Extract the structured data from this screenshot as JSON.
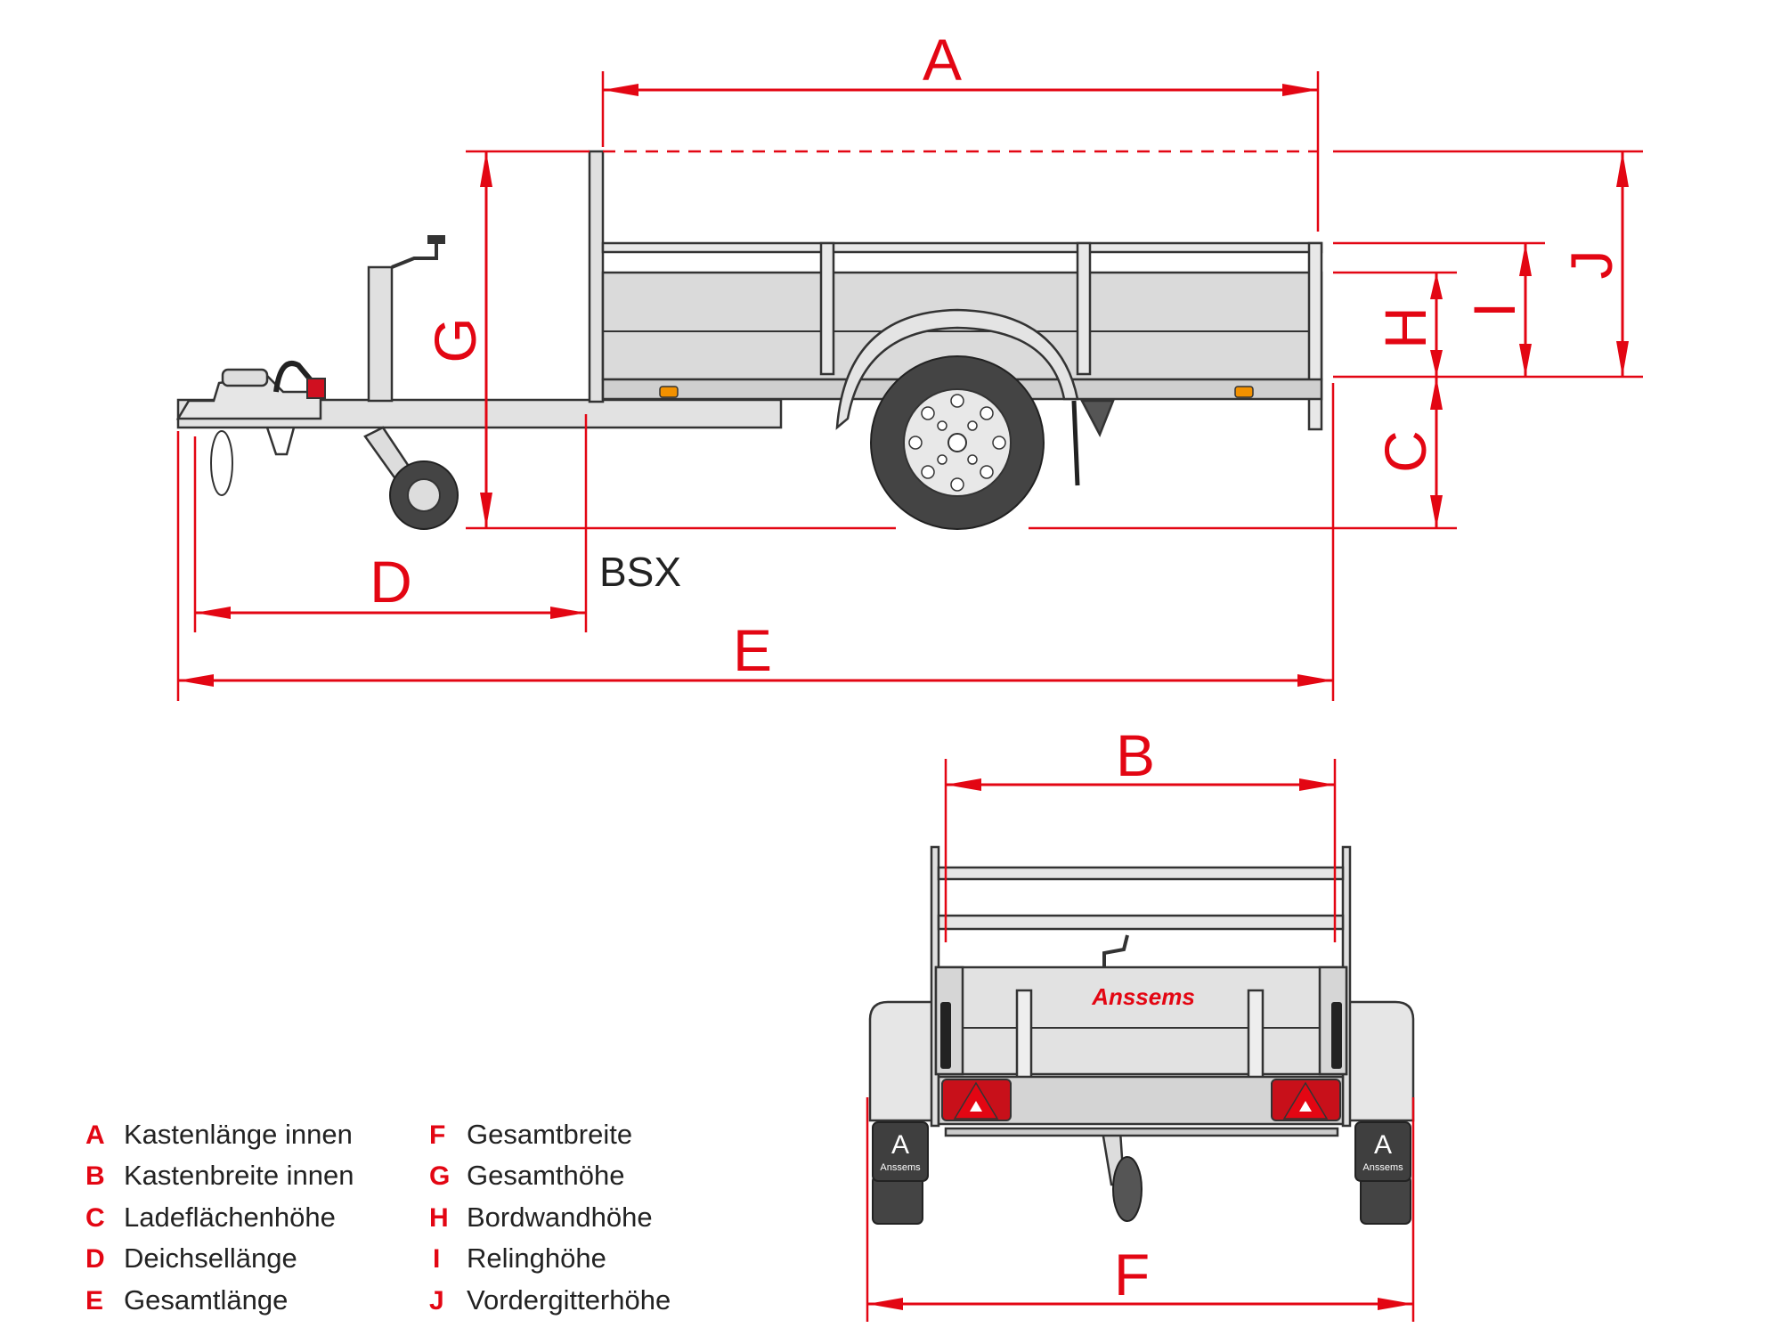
{
  "model_label": "BSX",
  "brand": "Anssems",
  "brand_mudflap_letter": "A",
  "accent_color": "#e30613",
  "dimensions": {
    "A": "A",
    "B": "B",
    "C": "C",
    "D": "D",
    "E": "E",
    "F": "F",
    "G": "G",
    "H": "H",
    "I": "I",
    "J": "J"
  },
  "legend": [
    {
      "letter": "A",
      "text": "Kastenlänge innen"
    },
    {
      "letter": "B",
      "text": "Kastenbreite innen"
    },
    {
      "letter": "C",
      "text": "Ladeflächenhöhe"
    },
    {
      "letter": "D",
      "text": "Deichsellänge"
    },
    {
      "letter": "E",
      "text": "Gesamtlänge"
    },
    {
      "letter": "F",
      "text": "Gesamtbreite"
    },
    {
      "letter": "G",
      "text": "Gesamthöhe"
    },
    {
      "letter": "H",
      "text": "Bordwandhöhe"
    },
    {
      "letter": "I",
      "text": "Relinghöhe"
    },
    {
      "letter": "J",
      "text": "Vordergitterhöhe"
    }
  ]
}
